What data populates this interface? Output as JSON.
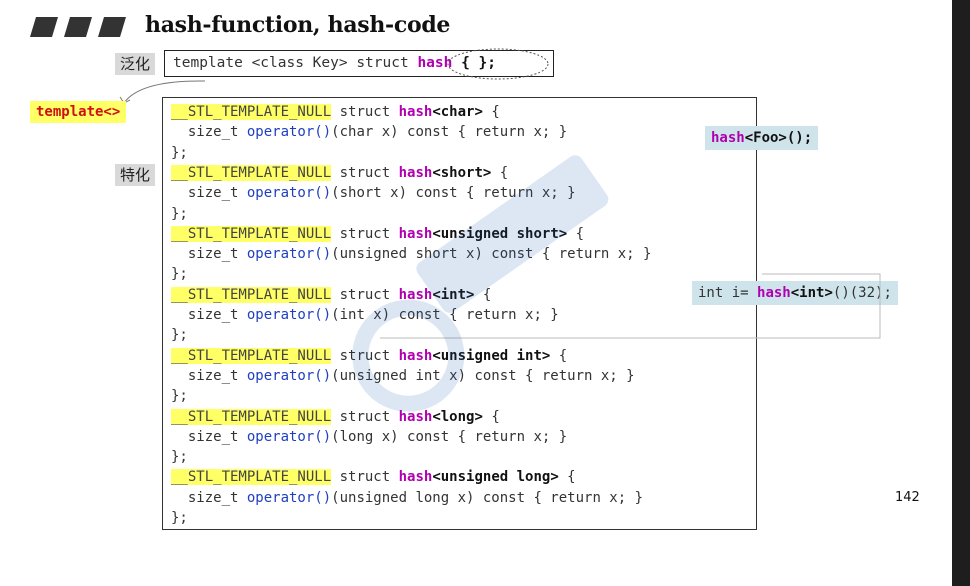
{
  "slide": {
    "title": "hash-function, hash-code",
    "page_number": "142"
  },
  "labels": {
    "generic": "泛化",
    "specialization": "特化",
    "template_tag": "template<>"
  },
  "generic_code": {
    "prefix": "template <class Key> struct ",
    "hash_kw": "hash",
    "suffix": " { };"
  },
  "notes": {
    "foo": {
      "hash": "hash",
      "rest": "<Foo>();"
    },
    "int_example": {
      "prefix": "int i= ",
      "hash": "hash",
      "type": "<int>",
      "rest": "()(32);"
    }
  },
  "specializations": [
    {
      "macro": "__STL_TEMPLATE_NULL",
      "struct": " struct ",
      "hash": "hash",
      "type": "<char>",
      "open": " {",
      "body_pre": "  size_t ",
      "op": "operator()",
      "body_post": "(char x) const { return x; }",
      "close": "};"
    },
    {
      "macro": "__STL_TEMPLATE_NULL",
      "struct": " struct ",
      "hash": "hash",
      "type": "<short>",
      "open": " {",
      "body_pre": "  size_t ",
      "op": "operator()",
      "body_post": "(short x) const { return x; }",
      "close": "};"
    },
    {
      "macro": "__STL_TEMPLATE_NULL",
      "struct": " struct ",
      "hash": "hash",
      "type": "<unsigned short>",
      "open": " {",
      "body_pre": "  size_t ",
      "op": "operator()",
      "body_post": "(unsigned short x) const { return x; }",
      "close": "};"
    },
    {
      "macro": "__STL_TEMPLATE_NULL",
      "struct": " struct ",
      "hash": "hash",
      "type": "<int>",
      "open": " {",
      "body_pre": "  size_t ",
      "op": "operator()",
      "body_post": "(int x) const { return x; }",
      "close": "};"
    },
    {
      "macro": "__STL_TEMPLATE_NULL",
      "struct": " struct ",
      "hash": "hash",
      "type": "<unsigned int>",
      "open": " {",
      "body_pre": "  size_t ",
      "op": "operator()",
      "body_post": "(unsigned int x) const { return x; }",
      "close": "};"
    },
    {
      "macro": "__STL_TEMPLATE_NULL",
      "struct": " struct ",
      "hash": "hash",
      "type": "<long>",
      "open": " {",
      "body_pre": "  size_t ",
      "op": "operator()",
      "body_post": "(long x) const { return x; }",
      "close": "};"
    },
    {
      "macro": "__STL_TEMPLATE_NULL",
      "struct": " struct ",
      "hash": "hash",
      "type": "<unsigned long>",
      "open": " {",
      "body_pre": "  size_t ",
      "op": "operator()",
      "body_post": "(unsigned long x) const { return x; }",
      "close": "};"
    }
  ],
  "colors": {
    "highlight_yellow": "#ffff66",
    "keyword_purple": "#b000b0",
    "operator_blue": "#1f3fc0",
    "note_blue": "#cfe4ea",
    "template_red": "#d01010"
  }
}
